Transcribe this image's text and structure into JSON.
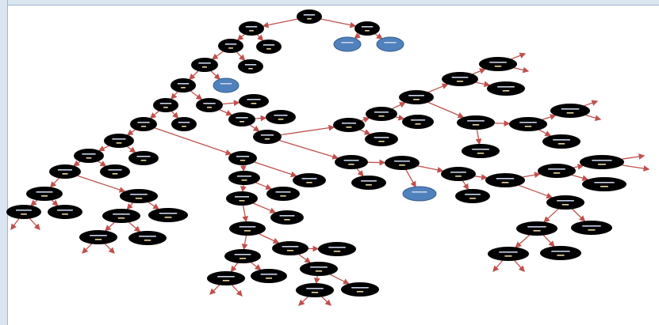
{
  "colors": {
    "node": "#000000",
    "leaf_blue": "#4f81bd",
    "edge": "#c0504d",
    "header": "#dbe5f1"
  },
  "nodes": [
    {
      "id": 1,
      "kind": "black"
    },
    {
      "id": 2,
      "kind": "black"
    },
    {
      "id": 3,
      "kind": "black"
    },
    {
      "id": 4,
      "kind": "blue"
    },
    {
      "id": 5,
      "kind": "blue"
    },
    {
      "id": 6,
      "kind": "black"
    },
    {
      "id": 7,
      "kind": "black"
    },
    {
      "id": 8,
      "kind": "black"
    },
    {
      "id": 9,
      "kind": "black"
    },
    {
      "id": 10,
      "kind": "blue"
    },
    {
      "id": 11,
      "kind": "black"
    },
    {
      "id": 12,
      "kind": "black"
    },
    {
      "id": 13,
      "kind": "black"
    },
    {
      "id": 14,
      "kind": "black"
    },
    {
      "id": 15,
      "kind": "black"
    },
    {
      "id": 16,
      "kind": "black"
    },
    {
      "id": 17,
      "kind": "black"
    },
    {
      "id": 18,
      "kind": "black"
    },
    {
      "id": 19,
      "kind": "black"
    },
    {
      "id": 20,
      "kind": "black"
    },
    {
      "id": 21,
      "kind": "black"
    },
    {
      "id": 22,
      "kind": "black"
    },
    {
      "id": 23,
      "kind": "black"
    },
    {
      "id": 24,
      "kind": "black"
    },
    {
      "id": 25,
      "kind": "black"
    },
    {
      "id": 26,
      "kind": "black"
    },
    {
      "id": 27,
      "kind": "black"
    },
    {
      "id": 28,
      "kind": "black"
    },
    {
      "id": 29,
      "kind": "black"
    },
    {
      "id": 30,
      "kind": "black"
    },
    {
      "id": 31,
      "kind": "black"
    },
    {
      "id": 32,
      "kind": "black"
    },
    {
      "id": 33,
      "kind": "black"
    },
    {
      "id": 34,
      "kind": "black"
    },
    {
      "id": 35,
      "kind": "black"
    },
    {
      "id": 36,
      "kind": "black"
    },
    {
      "id": 37,
      "kind": "black"
    },
    {
      "id": 38,
      "kind": "black"
    },
    {
      "id": 39,
      "kind": "black"
    },
    {
      "id": 40,
      "kind": "black"
    },
    {
      "id": 41,
      "kind": "black"
    },
    {
      "id": 42,
      "kind": "black"
    },
    {
      "id": 43,
      "kind": "black"
    },
    {
      "id": 44,
      "kind": "black"
    },
    {
      "id": 45,
      "kind": "black"
    },
    {
      "id": 46,
      "kind": "black"
    },
    {
      "id": 47,
      "kind": "black"
    },
    {
      "id": 48,
      "kind": "black"
    },
    {
      "id": 49,
      "kind": "black"
    },
    {
      "id": 50,
      "kind": "black"
    },
    {
      "id": 51,
      "kind": "black"
    },
    {
      "id": 52,
      "kind": "black"
    },
    {
      "id": 53,
      "kind": "black"
    },
    {
      "id": 54,
      "kind": "black"
    },
    {
      "id": 55,
      "kind": "black"
    },
    {
      "id": 56,
      "kind": "black"
    },
    {
      "id": 57,
      "kind": "black"
    },
    {
      "id": 58,
      "kind": "black"
    },
    {
      "id": 59,
      "kind": "black"
    },
    {
      "id": 60,
      "kind": "black"
    },
    {
      "id": 61,
      "kind": "black"
    },
    {
      "id": 62,
      "kind": "black"
    },
    {
      "id": 63,
      "kind": "black"
    },
    {
      "id": 64,
      "kind": "blue"
    },
    {
      "id": 65,
      "kind": "black"
    },
    {
      "id": 66,
      "kind": "black"
    },
    {
      "id": 67,
      "kind": "black"
    },
    {
      "id": 68,
      "kind": "black"
    },
    {
      "id": 69,
      "kind": "black"
    },
    {
      "id": 70,
      "kind": "black"
    },
    {
      "id": 71,
      "kind": "black"
    },
    {
      "id": 72,
      "kind": "black"
    },
    {
      "id": 73,
      "kind": "black"
    },
    {
      "id": 74,
      "kind": "black"
    },
    {
      "id": 75,
      "kind": "black"
    }
  ],
  "edges": [
    [
      1,
      2
    ],
    [
      1,
      3
    ],
    [
      3,
      4
    ],
    [
      3,
      5
    ],
    [
      2,
      6
    ],
    [
      2,
      7
    ],
    [
      6,
      8
    ],
    [
      6,
      9
    ],
    [
      8,
      11
    ],
    [
      8,
      10
    ],
    [
      11,
      12
    ],
    [
      11,
      13
    ],
    [
      13,
      14
    ],
    [
      13,
      16
    ],
    [
      16,
      17
    ],
    [
      16,
      21
    ],
    [
      12,
      18
    ],
    [
      12,
      15
    ],
    [
      18,
      19
    ],
    [
      18,
      25
    ],
    [
      19,
      22
    ],
    [
      19,
      20
    ],
    [
      22,
      24
    ],
    [
      22,
      23
    ],
    [
      24,
      28
    ],
    [
      24,
      29
    ],
    [
      28,
      32
    ],
    [
      28,
      33
    ],
    [
      29,
      34
    ],
    [
      29,
      35
    ],
    [
      34,
      37
    ],
    [
      34,
      38
    ],
    [
      25,
      26
    ],
    [
      25,
      27
    ],
    [
      26,
      30
    ],
    [
      26,
      31
    ],
    [
      30,
      36
    ],
    [
      30,
      39
    ],
    [
      39,
      40
    ],
    [
      39,
      42
    ],
    [
      40,
      41
    ],
    [
      40,
      45
    ],
    [
      42,
      43
    ],
    [
      42,
      44
    ],
    [
      45,
      46
    ],
    [
      45,
      47
    ],
    [
      21,
      48
    ],
    [
      48,
      49
    ],
    [
      48,
      50
    ],
    [
      49,
      51
    ],
    [
      49,
      52
    ],
    [
      51,
      53
    ],
    [
      51,
      56
    ],
    [
      53,
      54
    ],
    [
      53,
      55
    ],
    [
      56,
      57
    ],
    [
      56,
      58
    ],
    [
      58,
      59
    ],
    [
      58,
      60
    ],
    [
      21,
      61
    ],
    [
      61,
      62
    ],
    [
      61,
      63
    ],
    [
      63,
      64
    ],
    [
      63,
      65
    ],
    [
      65,
      66
    ],
    [
      65,
      67
    ],
    [
      67,
      68
    ],
    [
      67,
      71
    ],
    [
      68,
      69
    ],
    [
      68,
      70
    ],
    [
      71,
      72
    ],
    [
      71,
      73
    ],
    [
      72,
      74
    ],
    [
      72,
      75
    ]
  ]
}
